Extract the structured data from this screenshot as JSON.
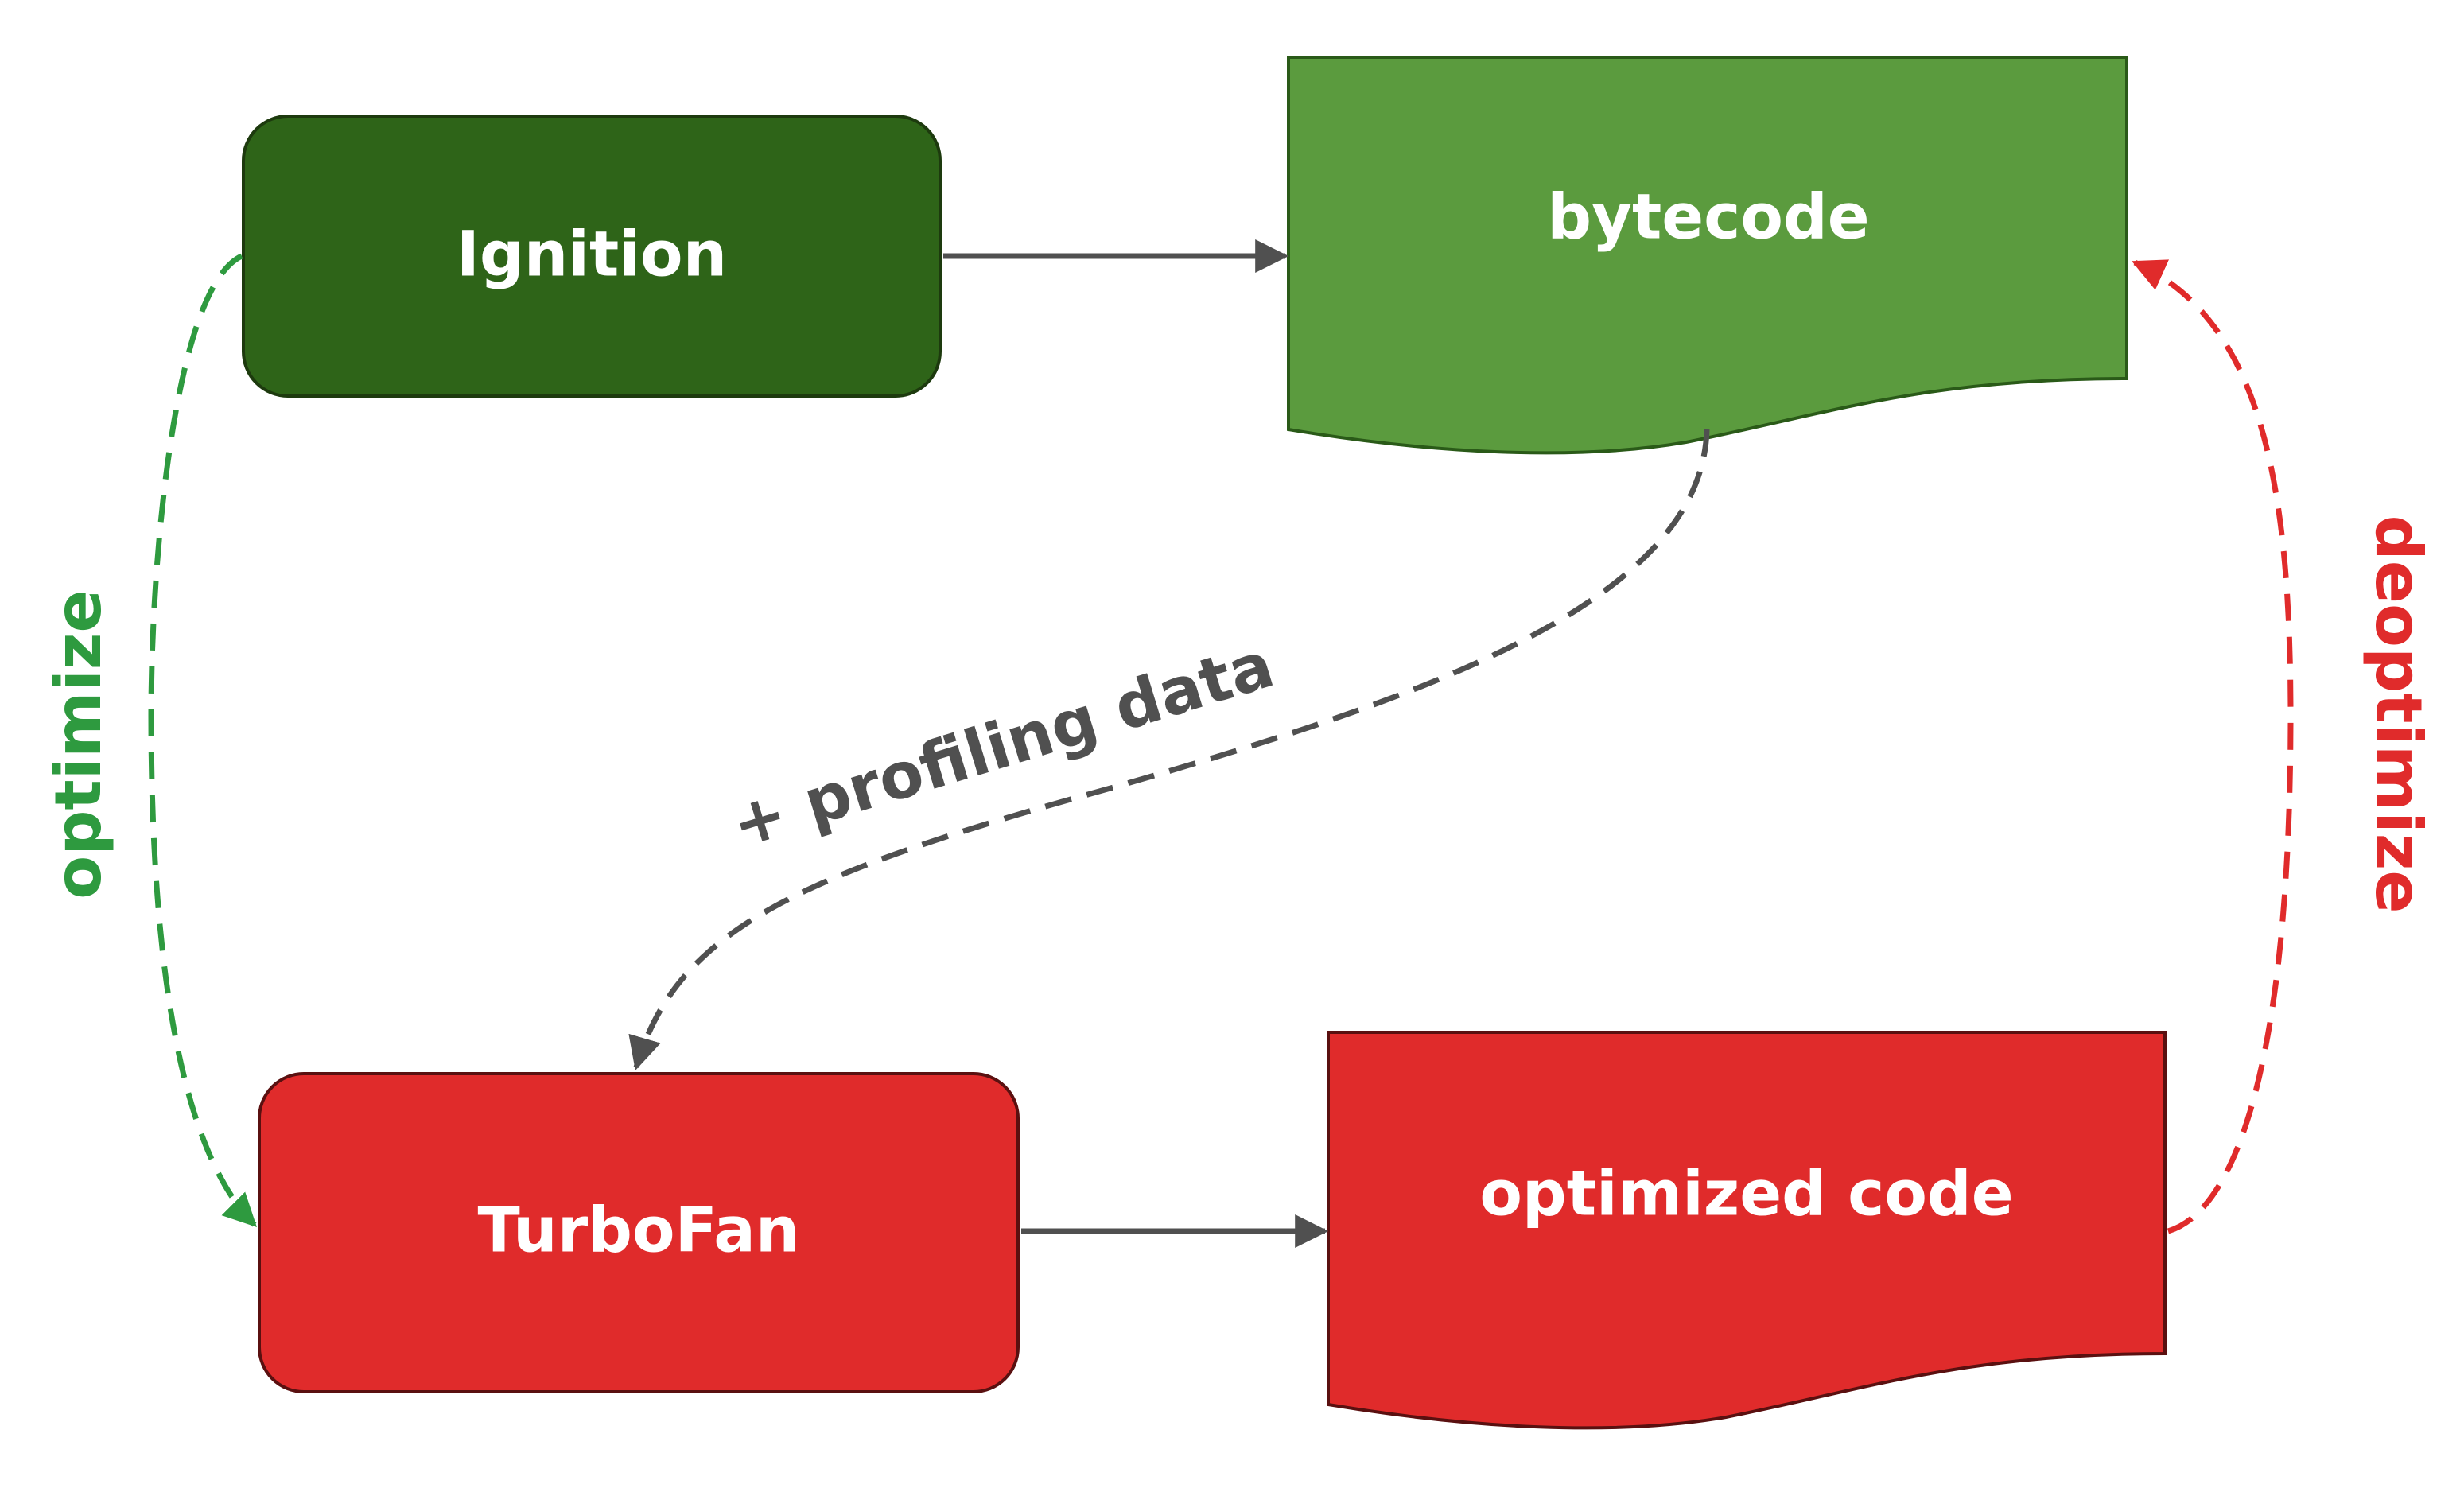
{
  "nodes": {
    "ignition": {
      "label": "Ignition"
    },
    "bytecode": {
      "label": "bytecode"
    },
    "turbofan": {
      "label": "TurboFan"
    },
    "optimized_code": {
      "label": "optimized code"
    }
  },
  "edges": {
    "optimize": {
      "label": "optimize"
    },
    "deoptimize": {
      "label": "deoptimize"
    },
    "profiling": {
      "label": "+ profiling data"
    }
  },
  "colors": {
    "ignition_fill": "#2e6418",
    "bytecode_fill": "#5b9b3e",
    "turbofan_fill": "#e02b2b",
    "optimized_fill": "#e02b2b",
    "optimize_edge": "#2e9a3f",
    "deoptimize_edge": "#e02b2b",
    "neutral_edge": "#505050",
    "node_stroke": "#1d3a0e",
    "red_stroke": "#5a1010"
  }
}
